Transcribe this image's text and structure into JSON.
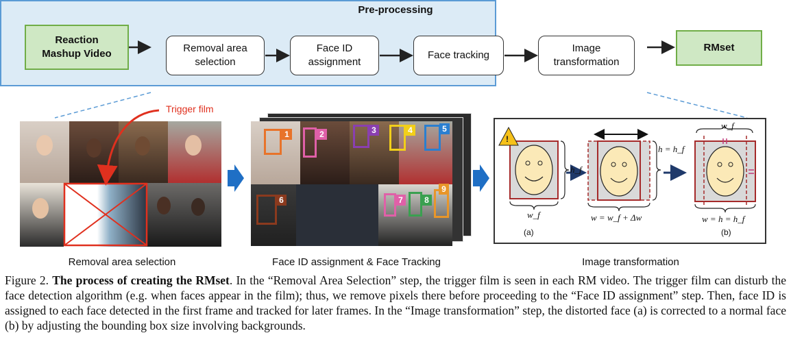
{
  "diagram": {
    "input_label": "Reaction\nMashup Video",
    "output_label": "RMset",
    "preprocessing_title": "Pre-processing",
    "steps": [
      {
        "label": "Removal area\nselection"
      },
      {
        "label": "Face ID\nassignment"
      },
      {
        "label": "Face tracking"
      },
      {
        "label": "Image\ntransformation"
      }
    ]
  },
  "panels": {
    "removal": {
      "label": "Removal area selection",
      "trigger_label": "Trigger film"
    },
    "faceid": {
      "label": "Face ID assignment & Face Tracking",
      "ids": [
        "1",
        "2",
        "3",
        "4",
        "5",
        "6",
        "7",
        "8",
        "9"
      ]
    },
    "transform": {
      "label": "Image transformation",
      "sub_a": "(a)",
      "sub_b": "(b)",
      "warning_symbol": "!",
      "a_width": "w_f",
      "a_height": "h_f",
      "eq_h": "h = h_f",
      "eq_w": "w = w_f + Δw",
      "b_top": "w_f",
      "b_bottom": "w = h = h_f"
    }
  },
  "caption": {
    "lead": "Figure 2.",
    "bold": "The process of creating the RMset",
    "text": ". In the “Removal Area Selection” step, the trigger film is seen in each RM video. The trigger film can disturb the face detection algorithm (e.g. when faces appear in the film); thus, we remove pixels there before proceeding to the “Face ID assignment” step. Then, face ID is assigned to each face detected in the first frame and tracked for later frames. In the “Image transformation” step, the distorted face (a) is corrected to a normal face (b) by adjusting the bounding box size involving backgrounds."
  },
  "colors": {
    "preprocess_fill": "#dcebf6",
    "preprocess_border": "#5b9bd5",
    "io_fill": "#cfe8c4",
    "io_border": "#70ad47",
    "trigger_red": "#e0301e",
    "blue_arrow": "#1f6fc5",
    "face_box_dark_red": "#a52a2a",
    "face_fill": "#fbe9b7"
  }
}
